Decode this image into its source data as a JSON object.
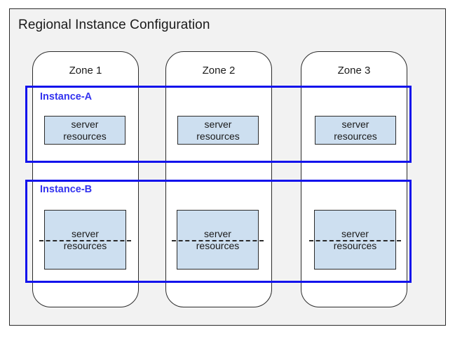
{
  "diagram": {
    "title": "Regional Instance Configuration",
    "background_color": "#f2f2f2",
    "frame_border_color": "#2b2b2b",
    "accent_color": "#1313ec",
    "resource_fill_color": "#cddff0"
  },
  "zones": [
    {
      "label": "Zone 1"
    },
    {
      "label": "Zone 2"
    },
    {
      "label": "Zone 3"
    }
  ],
  "instances": [
    {
      "label": "Instance-A",
      "color": "#3333ef",
      "resources": [
        {
          "line1": "server",
          "line2": "resources",
          "dashed_divider": false
        },
        {
          "line1": "server",
          "line2": "resources",
          "dashed_divider": false
        },
        {
          "line1": "server",
          "line2": "resources",
          "dashed_divider": false
        }
      ]
    },
    {
      "label": "Instance-B",
      "color": "#3333ef",
      "resources": [
        {
          "line1": "server",
          "line2": "resources",
          "dashed_divider": true
        },
        {
          "line1": "server",
          "line2": "resources",
          "dashed_divider": true
        },
        {
          "line1": "server",
          "line2": "resources",
          "dashed_divider": true
        }
      ]
    }
  ]
}
